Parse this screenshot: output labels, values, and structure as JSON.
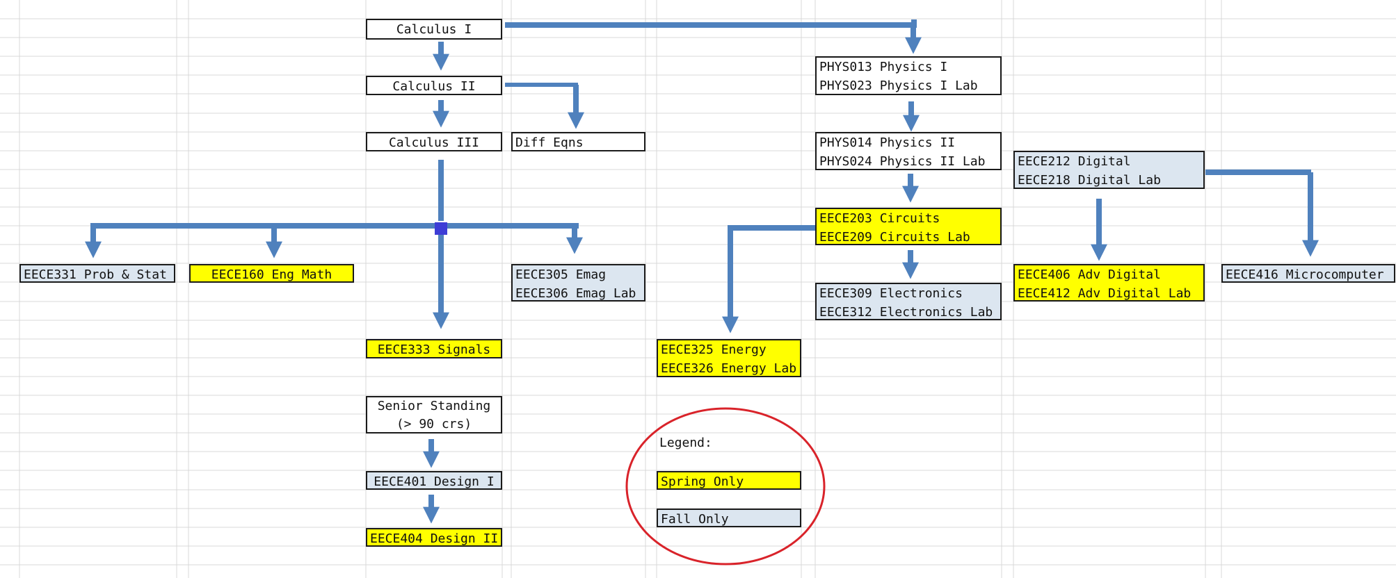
{
  "colors": {
    "spring": "#ffff00",
    "fall": "#dce6f0",
    "plain": "#ffffff",
    "arrow": "#4f81bd",
    "junction": "#3d3dd6",
    "legend_circle": "#d9232a",
    "gridline": "#d9d9d9"
  },
  "courses": {
    "calc1": {
      "lines": [
        "Calculus I"
      ],
      "term": "plain"
    },
    "calc2": {
      "lines": [
        "Calculus II"
      ],
      "term": "plain"
    },
    "calc3": {
      "lines": [
        "Calculus III"
      ],
      "term": "plain"
    },
    "diffeq": {
      "lines": [
        "Diff Eqns"
      ],
      "term": "plain"
    },
    "phys1": {
      "lines": [
        "PHYS013 Physics I",
        "PHYS023 Physics I Lab"
      ],
      "term": "plain"
    },
    "phys2": {
      "lines": [
        "PHYS014 Physics II",
        "PHYS024 Physics II Lab"
      ],
      "term": "plain"
    },
    "digital": {
      "lines": [
        "EECE212 Digital",
        "EECE218 Digital Lab"
      ],
      "term": "fall"
    },
    "circuits": {
      "lines": [
        "EECE203 Circuits",
        "EECE209 Circuits Lab"
      ],
      "term": "spring"
    },
    "probstat": {
      "lines": [
        "EECE331 Prob & Stat"
      ],
      "term": "fall"
    },
    "engmath": {
      "lines": [
        "EECE160 Eng Math"
      ],
      "term": "spring"
    },
    "emag": {
      "lines": [
        "EECE305 Emag",
        "EECE306 Emag Lab"
      ],
      "term": "fall"
    },
    "electronics": {
      "lines": [
        "EECE309 Electronics",
        "EECE312 Electronics Lab"
      ],
      "term": "fall"
    },
    "advdigital": {
      "lines": [
        "EECE406 Adv Digital",
        "EECE412 Adv Digital Lab"
      ],
      "term": "spring"
    },
    "micro": {
      "lines": [
        "EECE416 Microcomputer"
      ],
      "term": "fall"
    },
    "signals": {
      "lines": [
        "EECE333 Signals"
      ],
      "term": "spring"
    },
    "energy": {
      "lines": [
        "EECE325 Energy",
        "EECE326 Energy Lab"
      ],
      "term": "spring"
    },
    "senior": {
      "lines": [
        "Senior Standing",
        "(> 90 crs)"
      ],
      "term": "plain"
    },
    "design1": {
      "lines": [
        "EECE401 Design I"
      ],
      "term": "fall"
    },
    "design2": {
      "lines": [
        "EECE404 Design II"
      ],
      "term": "spring"
    }
  },
  "legend": {
    "title": "Legend:",
    "spring_label": "Spring Only",
    "fall_label": "Fall Only"
  },
  "prerequisites": [
    [
      "calc1",
      "calc2"
    ],
    [
      "calc1",
      "phys1"
    ],
    [
      "calc2",
      "calc3"
    ],
    [
      "calc2",
      "diffeq"
    ],
    [
      "calc3",
      "probstat"
    ],
    [
      "calc3",
      "engmath"
    ],
    [
      "calc3",
      "signals"
    ],
    [
      "calc3",
      "emag"
    ],
    [
      "phys1",
      "phys2"
    ],
    [
      "phys2",
      "circuits"
    ],
    [
      "circuits",
      "energy"
    ],
    [
      "circuits",
      "electronics"
    ],
    [
      "digital",
      "advdigital"
    ],
    [
      "digital",
      "micro"
    ],
    [
      "senior",
      "design1"
    ],
    [
      "design1",
      "design2"
    ]
  ]
}
